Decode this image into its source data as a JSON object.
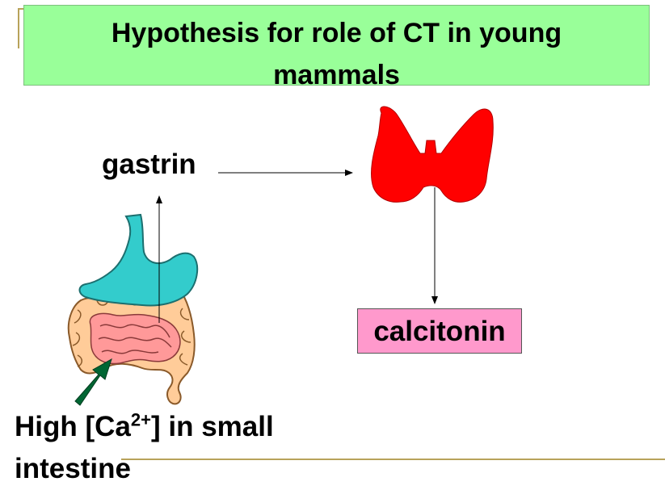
{
  "title": "Hypothesis for role of CT in young mammals",
  "labels": {
    "gastrin": "gastrin",
    "calcitonin": "calcitonin",
    "bottom_prefix": "High [Ca",
    "bottom_sup": "2+",
    "bottom_suffix": "] in small intestine"
  },
  "colors": {
    "title_bg": "#99ff99",
    "calcitonin_bg": "#ff99cc",
    "thyroid": "#ff0000",
    "stomach": "#33cccc",
    "large_intestine": "#ffcc99",
    "small_intestine": "#ff9999",
    "pointer_arrow": "#006633"
  }
}
